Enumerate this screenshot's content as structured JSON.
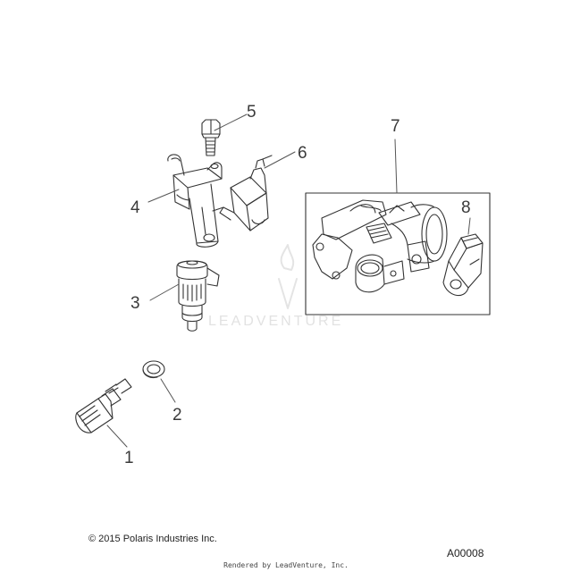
{
  "callouts": {
    "c1": "1",
    "c2": "2",
    "c3": "3",
    "c4": "4",
    "c5": "5",
    "c6": "6",
    "c7": "7",
    "c8": "8"
  },
  "footer": {
    "copyright": "© 2015 Polaris Industries Inc.",
    "diagram_code": "A00008",
    "rendered_by": "Rendered by LeadVenture, Inc."
  },
  "watermark": {
    "text": "LEADVENTURE"
  },
  "colors": {
    "line": "#333333",
    "watermark": "#e2e2e2"
  }
}
